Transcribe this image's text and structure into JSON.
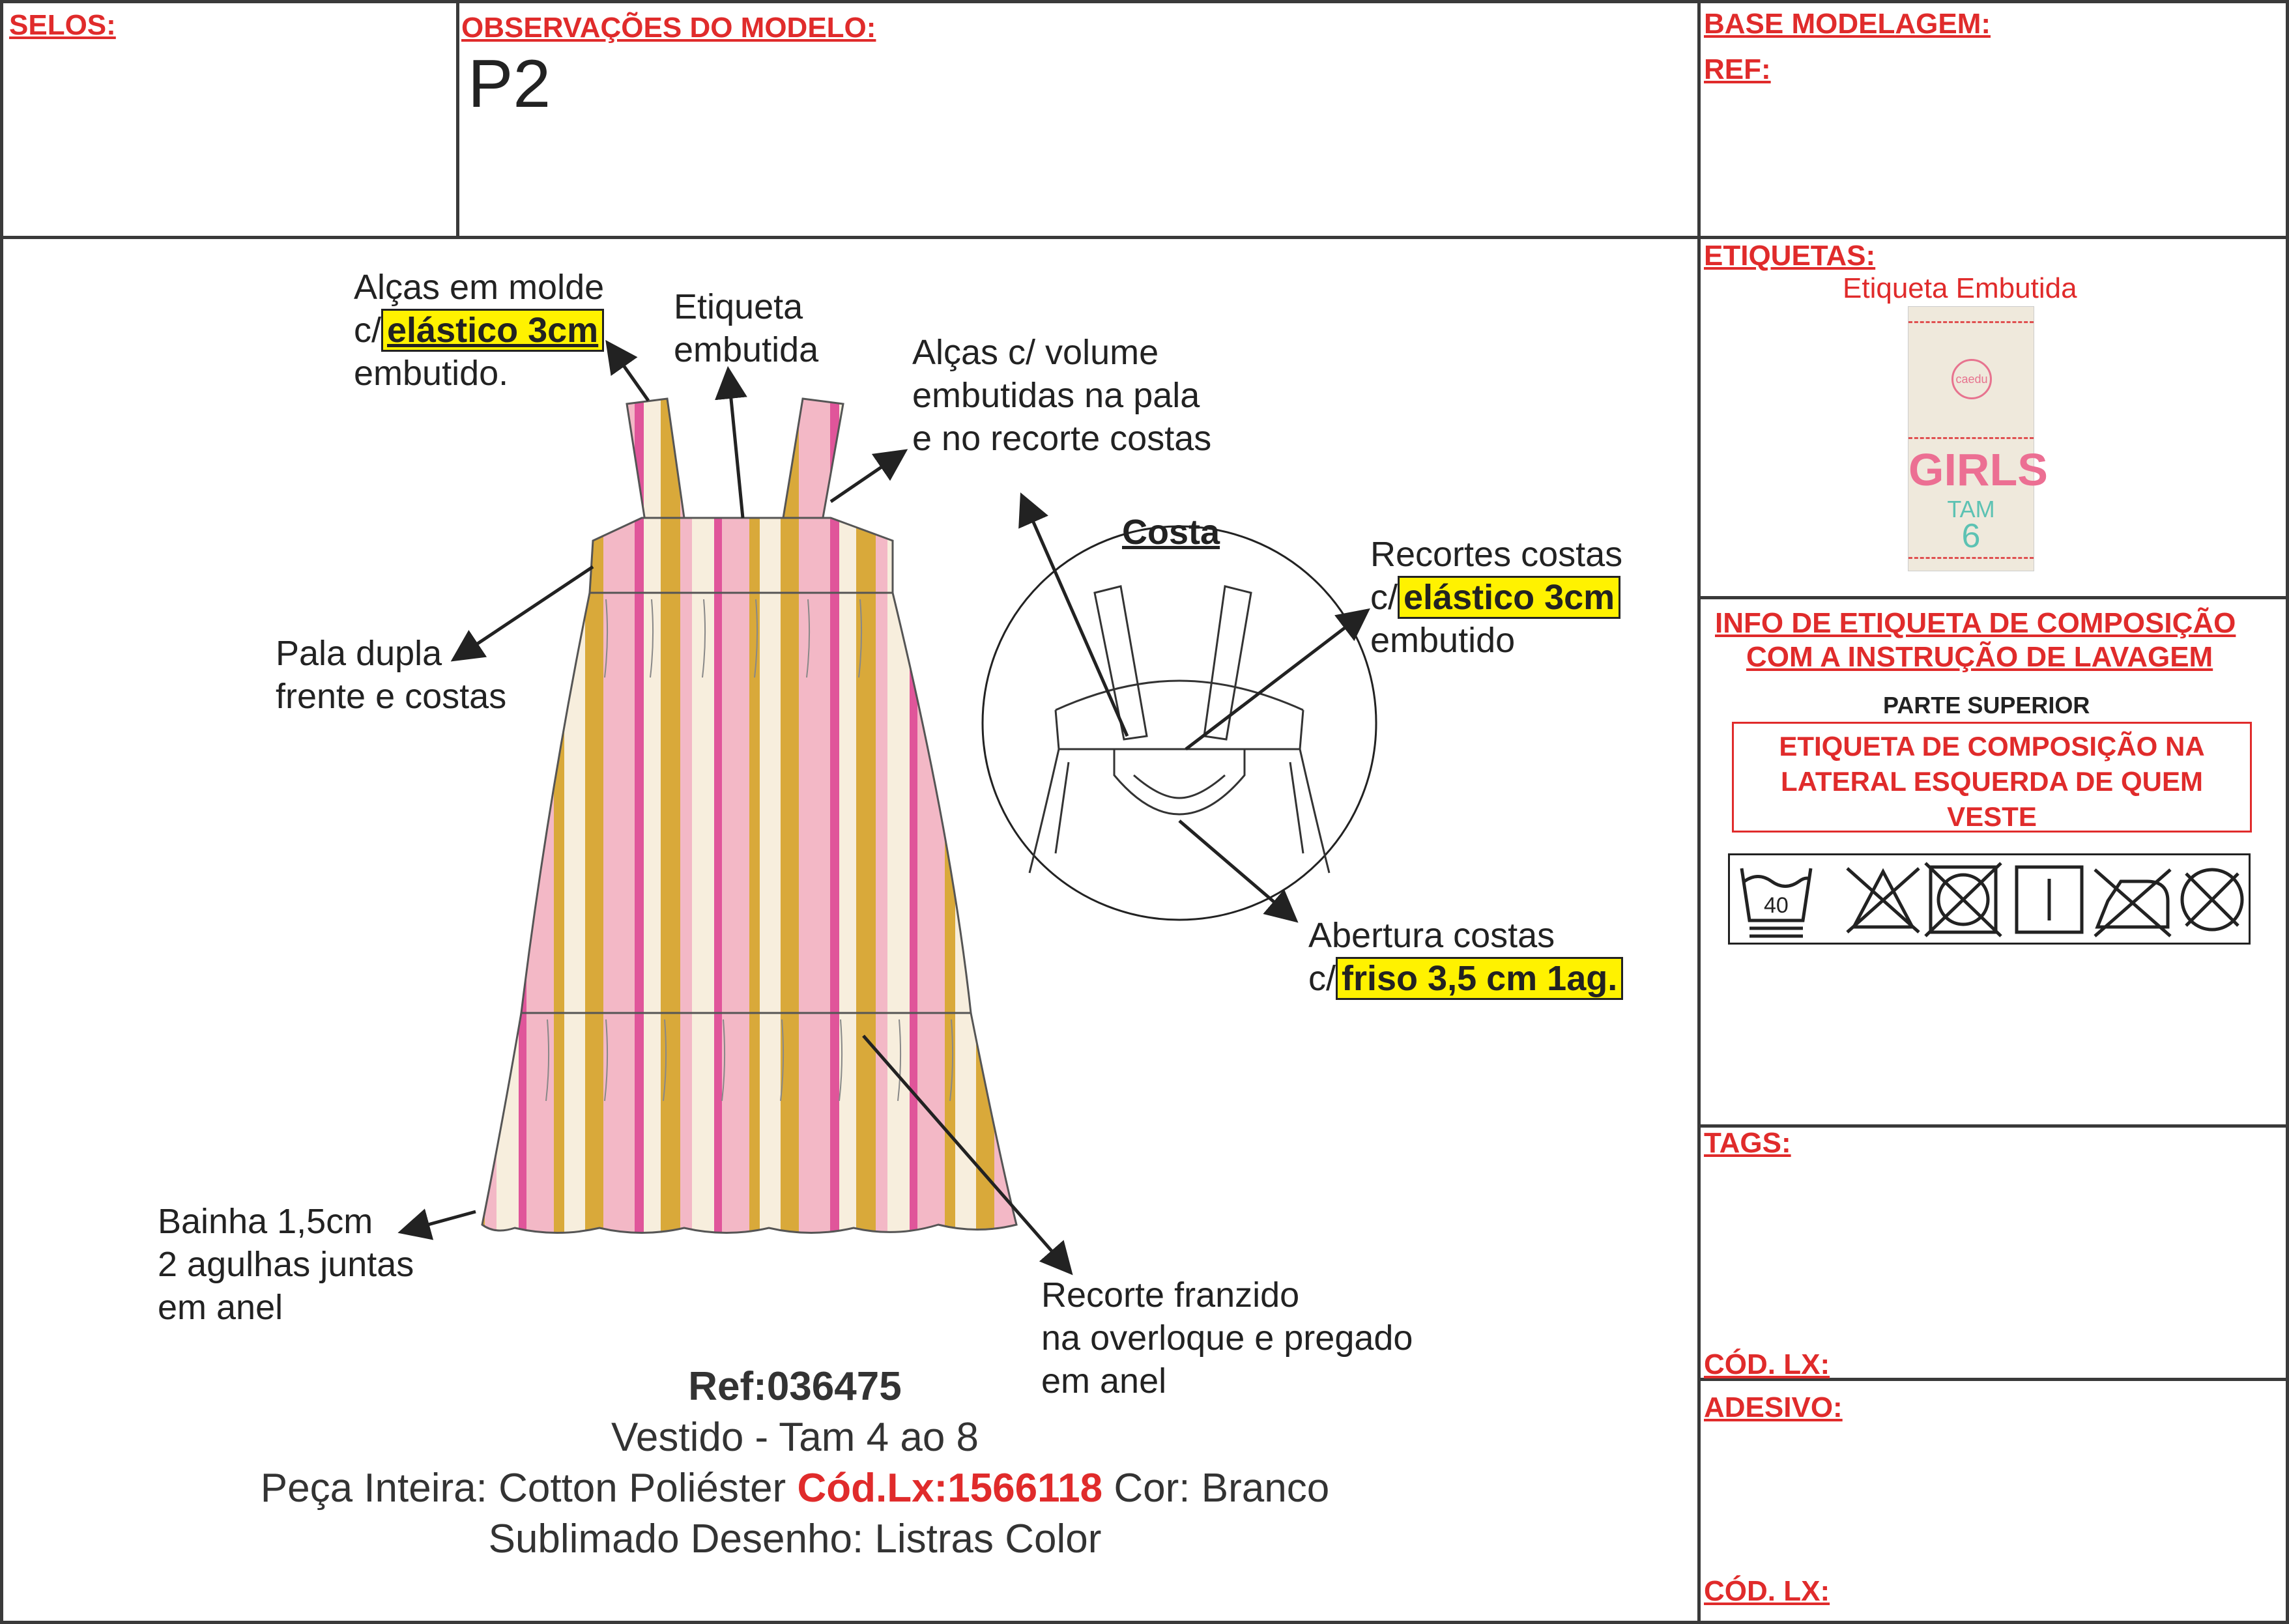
{
  "header": {
    "selos_label": "SELOS:",
    "observacoes_label": "OBSERVAÇÕES DO MODELO:",
    "observacoes_value": "P2",
    "base_modelagem_label": "BASE MODELAGEM:",
    "ref_label": "REF:"
  },
  "right_panel": {
    "etiquetas_label": "ETIQUETAS:",
    "etiqueta_title": "Etiqueta Embutida",
    "label_tag": {
      "brand": "caedu",
      "line": "GIRLS",
      "size_label": "TAM",
      "size_value": "6"
    },
    "info_title_line1": "INFO DE ETIQUETA DE COMPOSIÇÃO",
    "info_title_line2": "COM A INSTRUÇÃO DE LAVAGEM",
    "parte_superior": "PARTE SUPERIOR",
    "composicao_line1": "ETIQUETA DE COMPOSIÇÃO NA",
    "composicao_line2": "LATERAL ESQUERDA DE QUEM",
    "composicao_line3": "VESTE",
    "care_wash_temp": "40",
    "care_icons": [
      "wash-40-icon",
      "no-bleach-icon",
      "no-tumble-dry-icon",
      "line-dry-icon",
      "no-iron-icon",
      "no-dry-clean-icon"
    ],
    "tags_label": "TAGS:",
    "cod_lx_label_1": "CÓD. LX:",
    "adesivo_label": "ADESIVO:",
    "cod_lx_label_2": "CÓD. LX:"
  },
  "annotations": {
    "alcas_molde_1": "Alças em molde",
    "alcas_molde_2_prefix": "c/",
    "alcas_molde_2_hl": "elástico 3cm",
    "alcas_molde_3": "embutido.",
    "etiqueta_1": "Etiqueta",
    "etiqueta_2": "embutida",
    "alcas_volume_1": "Alças c/ volume",
    "alcas_volume_2": "embutidas na pala",
    "alcas_volume_3": "e no recorte costas",
    "costa_title": "Costa",
    "recortes_1": "Recortes costas",
    "recortes_2_prefix": "c/",
    "recortes_2_hl": "elástico 3cm",
    "recortes_3": "embutido",
    "pala_1": "Pala dupla",
    "pala_2": "frente e costas",
    "abertura_1": "Abertura costas",
    "abertura_2_prefix": "c/",
    "abertura_2_hl": "friso 3,5 cm 1ag.",
    "bainha_1": "Bainha 1,5cm",
    "bainha_2": "2 agulhas juntas",
    "bainha_3": "em anel",
    "recorte_franzido_1": "Recorte franzido",
    "recorte_franzido_2": "na overloque e pregado",
    "recorte_franzido_3": "em anel"
  },
  "product": {
    "ref": "Ref:036475",
    "description": "Vestido - Tam 4 ao 8",
    "material_prefix": "Peça Inteira: Cotton Poliéster",
    "cod_lx": "Cód.Lx:1566118",
    "color": "Cor: Branco",
    "print": "Sublimado Desenho: Listras Color"
  },
  "colors": {
    "accent_red": "#e02b2b",
    "highlight_yellow": "#fff200",
    "stripe_pink": "#f3b8c6",
    "stripe_magenta": "#e0559a",
    "stripe_mustard": "#d9a93a",
    "stripe_cream": "#f7eedd"
  }
}
